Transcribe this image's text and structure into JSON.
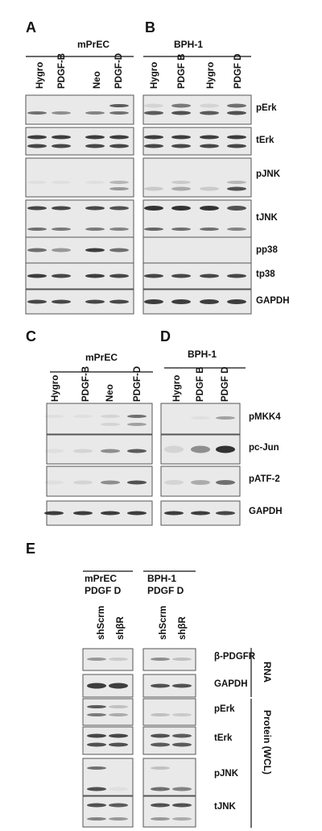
{
  "panels": {
    "A": {
      "letter": "A",
      "group": "mPrEC",
      "lanes": [
        "Hygro",
        "PDGF-B",
        "Neo",
        "PDGF-D"
      ]
    },
    "B": {
      "letter": "B",
      "group": "BPH-1",
      "lanes": [
        "Hygro",
        "PDGF B",
        "Hygro",
        "PDGF D"
      ]
    },
    "AB_rows": [
      "pErk",
      "tErk",
      "pJNK",
      "tJNK",
      "pp38",
      "tp38",
      "GAPDH"
    ],
    "C": {
      "letter": "C",
      "group": "mPrEC",
      "lanes": [
        "Hygro",
        "PDGF-B",
        "Neo",
        "PDGF-D"
      ]
    },
    "D": {
      "letter": "D",
      "group": "BPH-1",
      "lanes": [
        "Hygro",
        "PDGF B",
        "PDGF D"
      ]
    },
    "CD_rows": [
      "pMKK4",
      "pc-Jun",
      "pATF-2",
      "GAPDH"
    ],
    "E": {
      "letter": "E",
      "groups": [
        {
          "line1": "mPrEC",
          "line2": "PDGF D",
          "lanes": [
            "shScrm",
            "shβR"
          ]
        },
        {
          "line1": "BPH-1",
          "line2": "PDGF D",
          "lanes": [
            "shScrm",
            "shβR"
          ]
        }
      ],
      "rows": [
        "β-PDGFR",
        "GAPDH",
        "pErk",
        "tErk",
        "pJNK",
        "tJNK"
      ],
      "side_labels": {
        "rna": "RNA",
        "protein": "Protein (WCL)"
      }
    }
  }
}
